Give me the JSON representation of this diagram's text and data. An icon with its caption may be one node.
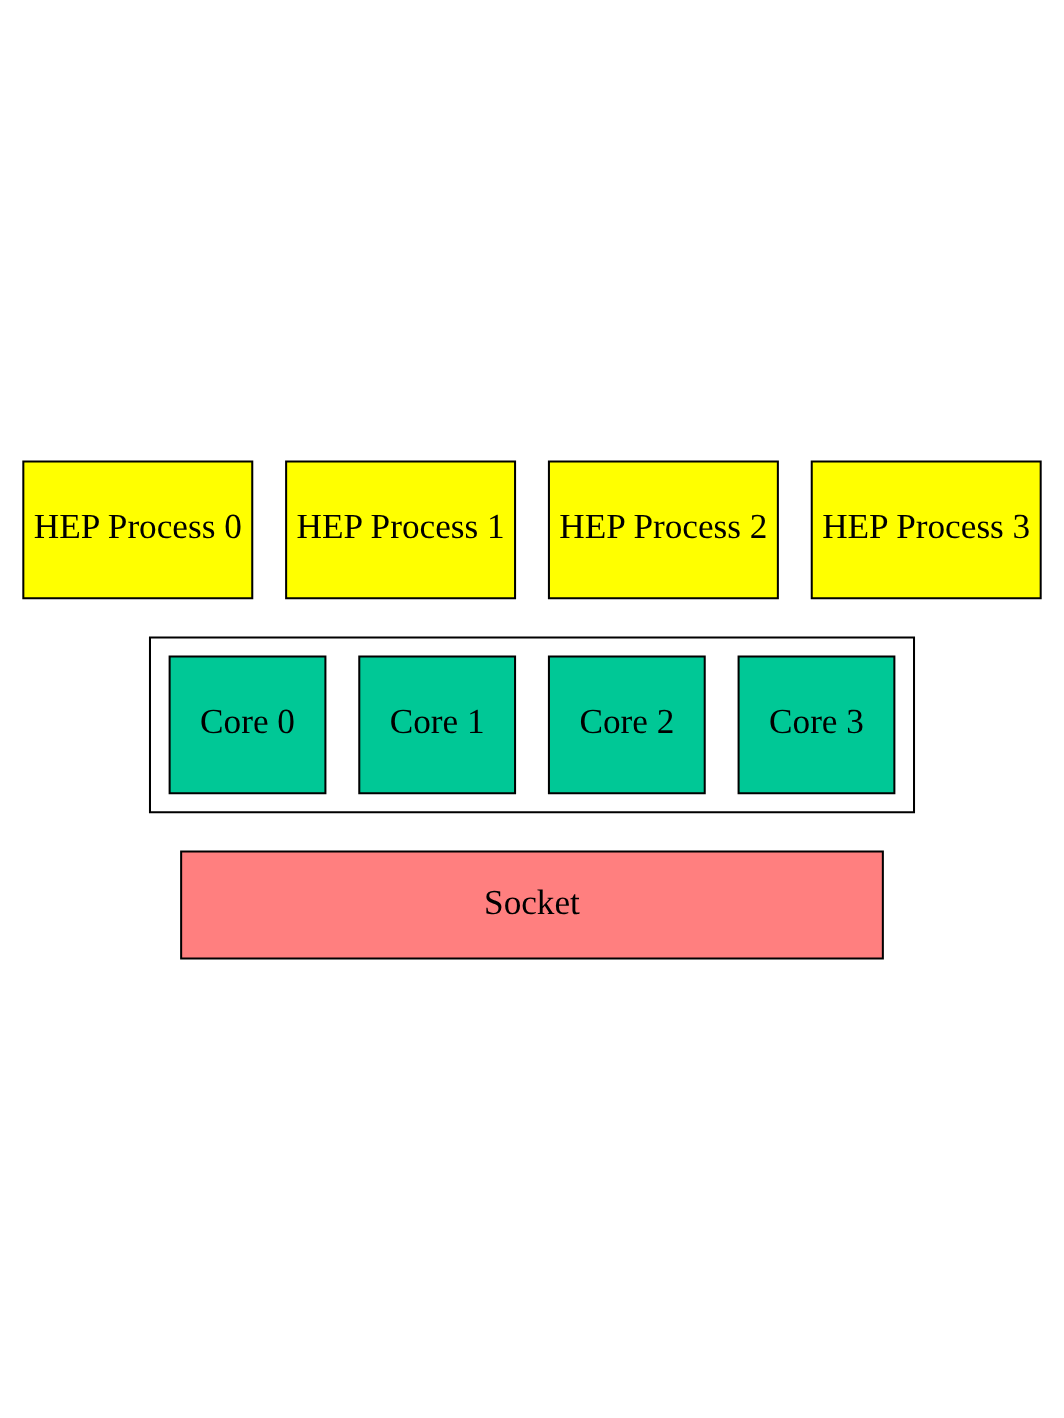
{
  "diagram": {
    "nodes": [
      {
        "text": [
          "HEP Process 0"
        ]
      },
      {
        "text": [
          "HEP Process 1"
        ]
      },
      {
        "text": [
          "HEP Process 2"
        ]
      },
      {
        "text": [
          "HEP Process 3"
        ]
      },
      {
        "text": [],
        "shape": "box"
      },
      {
        "text": [
          "Core 0"
        ],
        "in": 4
      },
      {
        "text": [
          "Core 1"
        ],
        "in": 4
      },
      {
        "text": [
          "Core 2"
        ],
        "in": 4
      },
      {
        "text": [
          "Core 3"
        ],
        "in": 4
      },
      {
        "text": [
          "Socket"
        ]
      }
    ],
    "edges": []
  }
}
